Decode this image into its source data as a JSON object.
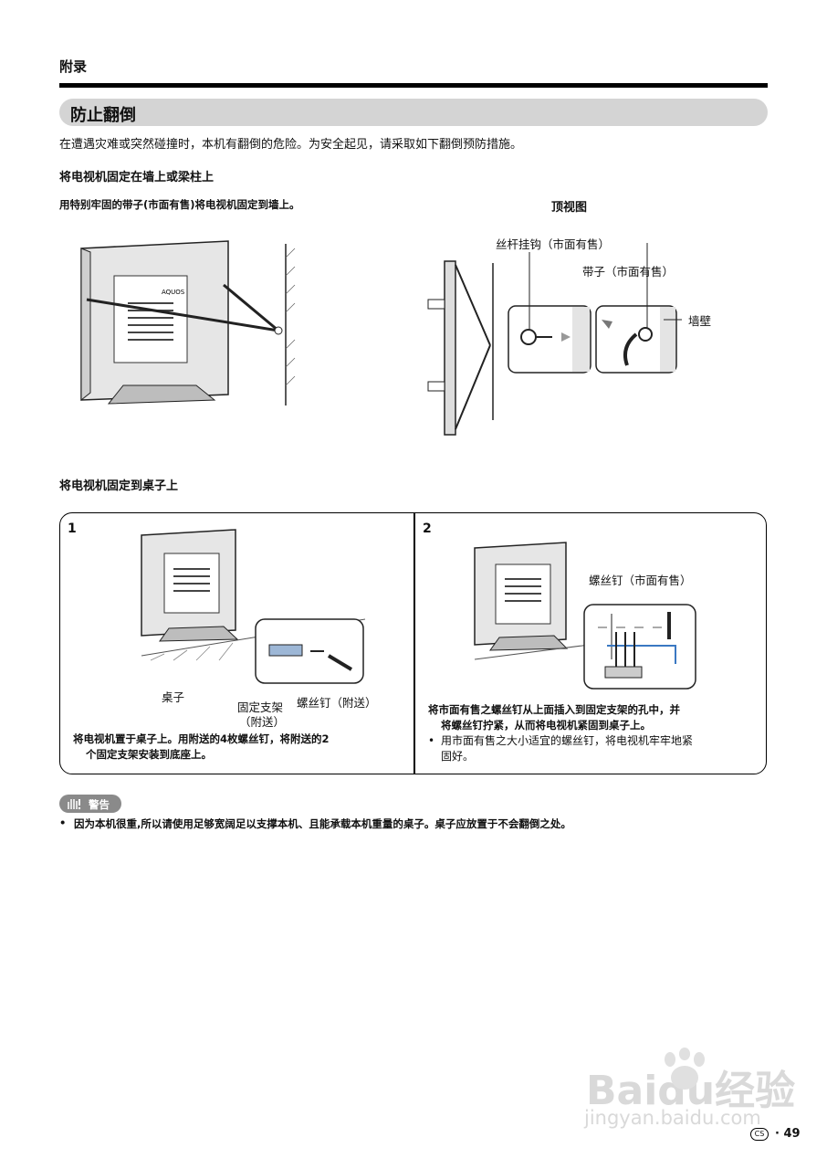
{
  "header": {
    "section": "附录"
  },
  "main": {
    "title": "防止翻倒",
    "intro": "在遭遇灾难或突然碰撞时，本机有翻倒的危险。为安全起见，请采取如下翻倒预防措施。",
    "wall": {
      "heading": "将电视机固定在墙上或梁柱上",
      "instruction": "用特别牢固的带子(市面有售)将电视机固定到墙上。",
      "top_view": "顶视图",
      "label_hook": "丝杆挂钩（市面有售）",
      "label_strap": "带子（市面有售）",
      "label_wall": "墙壁",
      "brand": "AQUOS"
    },
    "table": {
      "heading": "将电视机固定到桌子上",
      "step1": {
        "number": "1",
        "label_desk": "桌子",
        "label_bracket": "固定支架",
        "label_bracket_sub": "（附送）",
        "label_screw": "螺丝钉（附送）",
        "text_line1": "将电视机置于桌子上。用附送的4枚螺丝钉，将附送的2",
        "text_line2": "个固定支架安装到底座上。"
      },
      "step2": {
        "number": "2",
        "label_screw": "螺丝钉（市面有售）",
        "text_line1": "将市面有售之螺丝钉从上面插入到固定支架的孔中，并",
        "text_line2": "将螺丝钉拧紧，从而将电视机紧固到桌子上。",
        "bullet_line1": "用市面有售之大小适宜的螺丝钉，将电视机牢牢地紧",
        "bullet_line2": "固好。"
      }
    },
    "warning": {
      "badge": "警告",
      "text": "因为本机很重,所以请使用足够宽阔足以支撑本机、且能承载本机重量的桌子。桌子应放置于不会翻倒之处。"
    }
  },
  "footer": {
    "watermark_logo": "Baidu经验",
    "watermark_url": "jingyan.baidu.com",
    "lang": "CS",
    "page": "· 49"
  }
}
